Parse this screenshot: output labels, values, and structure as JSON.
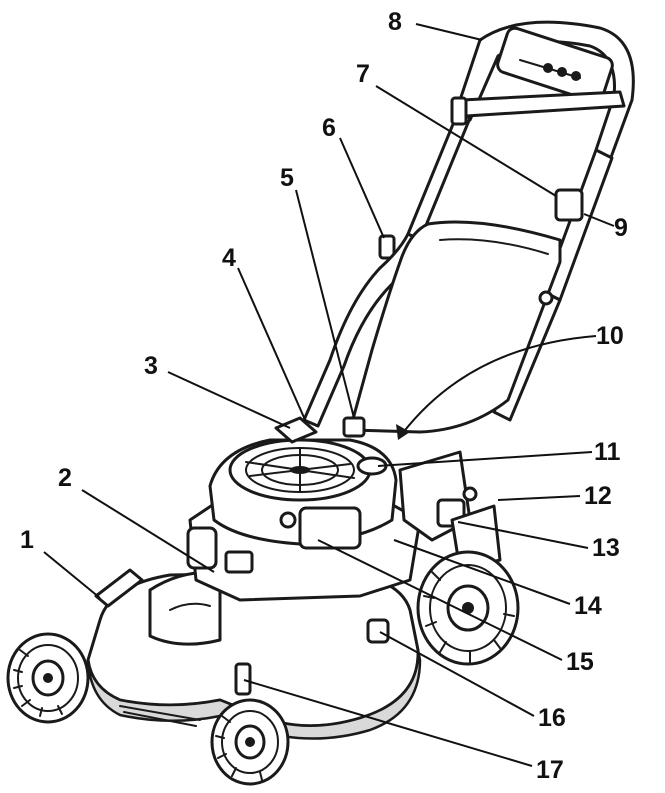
{
  "diagram": {
    "callouts": [
      {
        "id": "1",
        "label": "1"
      },
      {
        "id": "2",
        "label": "2"
      },
      {
        "id": "3",
        "label": "3"
      },
      {
        "id": "4",
        "label": "4"
      },
      {
        "id": "5",
        "label": "5"
      },
      {
        "id": "6",
        "label": "6"
      },
      {
        "id": "7",
        "label": "7"
      },
      {
        "id": "8",
        "label": "8"
      },
      {
        "id": "9",
        "label": "9"
      },
      {
        "id": "10",
        "label": "10"
      },
      {
        "id": "11",
        "label": "11"
      },
      {
        "id": "12",
        "label": "12"
      },
      {
        "id": "13",
        "label": "13"
      },
      {
        "id": "14",
        "label": "14"
      },
      {
        "id": "15",
        "label": "15"
      },
      {
        "id": "16",
        "label": "16"
      },
      {
        "id": "17",
        "label": "17"
      }
    ],
    "colors": {
      "ink": "#1a1a1a",
      "background": "#ffffff",
      "shade": "#d9d9d9"
    }
  }
}
